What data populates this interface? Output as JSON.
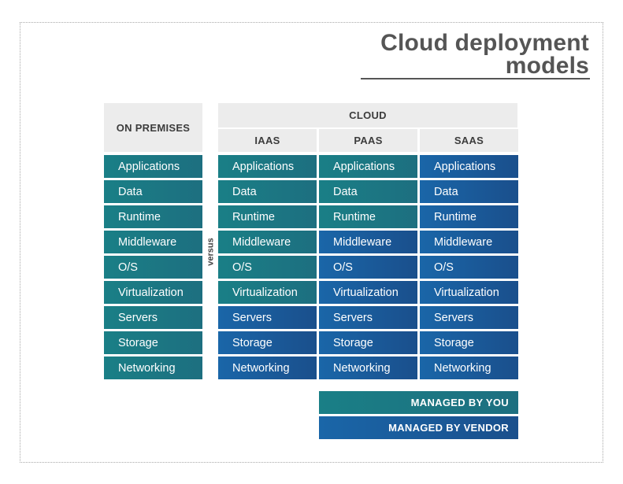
{
  "title": {
    "line1": "Cloud deployment",
    "line2": "models"
  },
  "headers": {
    "on_premises": "ON PREMISES",
    "cloud": "CLOUD",
    "iaas": "IAAS",
    "paas": "PAAS",
    "saas": "SAAS"
  },
  "versus": "versus",
  "colors": {
    "managed_by_you": "#1a7f86",
    "managed_by_vendor": "#1a4f8c",
    "header_bg": "#ececec"
  },
  "columns": {
    "on_premises": [
      {
        "label": "Applications",
        "managed": "you"
      },
      {
        "label": "Data",
        "managed": "you"
      },
      {
        "label": "Runtime",
        "managed": "you"
      },
      {
        "label": "Middleware",
        "managed": "you"
      },
      {
        "label": "O/S",
        "managed": "you"
      },
      {
        "label": "Virtualization",
        "managed": "you"
      },
      {
        "label": "Servers",
        "managed": "you"
      },
      {
        "label": "Storage",
        "managed": "you"
      },
      {
        "label": "Networking",
        "managed": "you"
      }
    ],
    "iaas": [
      {
        "label": "Applications",
        "managed": "you"
      },
      {
        "label": "Data",
        "managed": "you"
      },
      {
        "label": "Runtime",
        "managed": "you"
      },
      {
        "label": "Middleware",
        "managed": "you"
      },
      {
        "label": "O/S",
        "managed": "you"
      },
      {
        "label": "Virtualization",
        "managed": "you"
      },
      {
        "label": "Servers",
        "managed": "vendor"
      },
      {
        "label": "Storage",
        "managed": "vendor"
      },
      {
        "label": "Networking",
        "managed": "vendor"
      }
    ],
    "paas": [
      {
        "label": "Applications",
        "managed": "you"
      },
      {
        "label": "Data",
        "managed": "you"
      },
      {
        "label": "Runtime",
        "managed": "you"
      },
      {
        "label": "Middleware",
        "managed": "vendor"
      },
      {
        "label": "O/S",
        "managed": "vendor"
      },
      {
        "label": "Virtualization",
        "managed": "vendor"
      },
      {
        "label": "Servers",
        "managed": "vendor"
      },
      {
        "label": "Storage",
        "managed": "vendor"
      },
      {
        "label": "Networking",
        "managed": "vendor"
      }
    ],
    "saas": [
      {
        "label": "Applications",
        "managed": "vendor"
      },
      {
        "label": "Data",
        "managed": "vendor"
      },
      {
        "label": "Runtime",
        "managed": "vendor"
      },
      {
        "label": "Middleware",
        "managed": "vendor"
      },
      {
        "label": "O/S",
        "managed": "vendor"
      },
      {
        "label": "Virtualization",
        "managed": "vendor"
      },
      {
        "label": "Servers",
        "managed": "vendor"
      },
      {
        "label": "Storage",
        "managed": "vendor"
      },
      {
        "label": "Networking",
        "managed": "vendor"
      }
    ]
  },
  "legend": {
    "managed_by_you": "MANAGED BY YOU",
    "managed_by_vendor": "MANAGED BY VENDOR"
  }
}
